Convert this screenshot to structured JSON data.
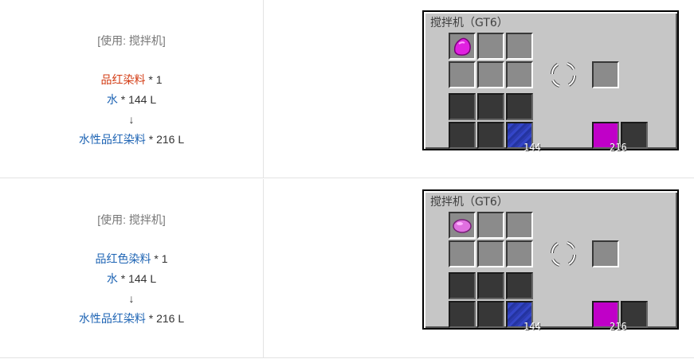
{
  "recipes": [
    {
      "usage": "[使用: 搅拌机]",
      "input1": "品红染料",
      "input1_qty": " * 1",
      "input2": "水",
      "input2_qty": " * 144 L",
      "arrow": "↓",
      "output": "水性品红染料",
      "output_qty": " * 216 L",
      "gui": {
        "title": "搅拌机（GT6）",
        "item_icon": "magenta-dye-icon",
        "item_color": "#e020e0",
        "fluid_in_amount": "144",
        "fluid_out_amount": "216",
        "fluid_in_color": "#2c3bb0",
        "fluid_out_color": "#c000c8"
      }
    },
    {
      "usage": "[使用: 搅拌机]",
      "input1": "品红色染料",
      "input1_qty": " * 1",
      "input2": "水",
      "input2_qty": " * 144 L",
      "arrow": "↓",
      "output": "水性品红染料",
      "output_qty": " * 216 L",
      "gui": {
        "title": "搅拌机（GT6）",
        "item_icon": "magenta-dye-ball-icon",
        "item_color": "#e070e0",
        "fluid_in_amount": "144",
        "fluid_out_amount": "216",
        "fluid_in_color": "#2c3bb0",
        "fluid_out_color": "#c000c8"
      }
    }
  ],
  "colors": {
    "usage": "#777777",
    "link_red": "#d33c14",
    "link_blue": "#1e64b4"
  }
}
